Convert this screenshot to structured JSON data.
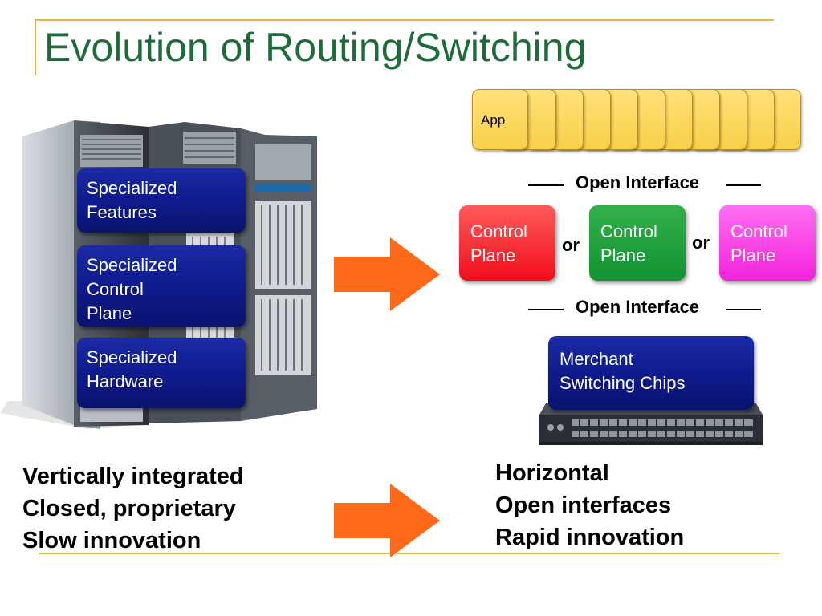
{
  "title": "Evolution of Routing/Switching",
  "left_stack": {
    "features": [
      "Specialized",
      "Features"
    ],
    "control": [
      "Specialized",
      "Control",
      "Plane"
    ],
    "hardware": [
      "Specialized",
      "Hardware"
    ]
  },
  "apps": {
    "front_label": "App",
    "back_label": "App"
  },
  "open_interface_label": "Open Interface",
  "control_planes": [
    {
      "line1": "Control",
      "line2": "Plane",
      "color": "#f10f1b"
    },
    {
      "line1": "Control",
      "line2": "Plane",
      "color": "#139233"
    },
    {
      "line1": "Control",
      "line2": "Plane",
      "color": "#f222dc"
    }
  ],
  "or_label": "or",
  "merchant": [
    "Merchant",
    "Switching Chips"
  ],
  "left_bullets": [
    "Vertically integrated",
    "Closed, proprietary",
    "Slow innovation"
  ],
  "right_bullets": [
    "Horizontal",
    "Open interfaces",
    "Rapid innovation"
  ],
  "colors": {
    "title": "#1e6b3a",
    "accent_line": "#e8b44a",
    "arrow": "#ff6a1a",
    "blue_box": "#0e1a8a",
    "app_card": "#f9cf48"
  }
}
